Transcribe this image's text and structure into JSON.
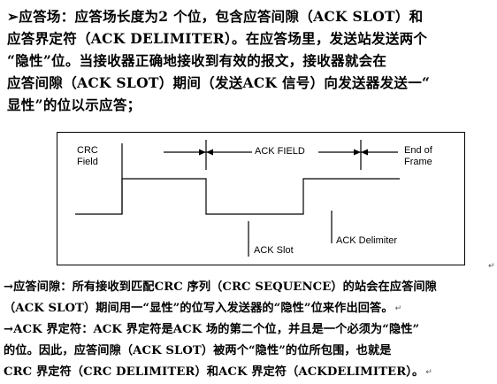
{
  "intro": {
    "lines": [
      "➢应答场：应答场长度为2 个位，包含应答间隙（ACK SLOT）和",
      "应答界定符（ACK DELIMITER）。在应答场里，发送站发送两个",
      "“隐性”位。当接收器正确地接收到有效的报文，接收器就会在",
      "应答间隙（ACK SLOT）期间（发送ACK 信号）向发送器发送一“",
      "显性”的位以示应答；"
    ]
  },
  "diagram": {
    "labels": {
      "crc_field_line1": "CRC",
      "crc_field_line2": "Field",
      "ack_field": "ACK FIELD",
      "end_of_frame_line1": "End of",
      "end_of_frame_line2": "Frame",
      "ack_slot": "ACK Slot",
      "ack_delimiter": "ACK Delimiter"
    },
    "line_color": "#000000"
  },
  "notes": {
    "lines": [
      "→应答间隙：所有接收到匹配CRC 序列（CRC SEQUENCE）的站会在应答间隙",
      "（ACK SLOT）期间用一“显性”的位写入发送器的“隐性”位来作出回答。",
      "→ACK 界定符：ACK 界定符是ACK 场的第二个位，并且是一个必须为“隐性”",
      "的位。因此，应答间隙（ACK SLOT）被两个“隐性”的位所包围，也就是",
      "CRC 界定符（CRC DELIMITER）和ACK 界定符（ACKDELIMITER）。"
    ],
    "return_mark": "↵"
  }
}
